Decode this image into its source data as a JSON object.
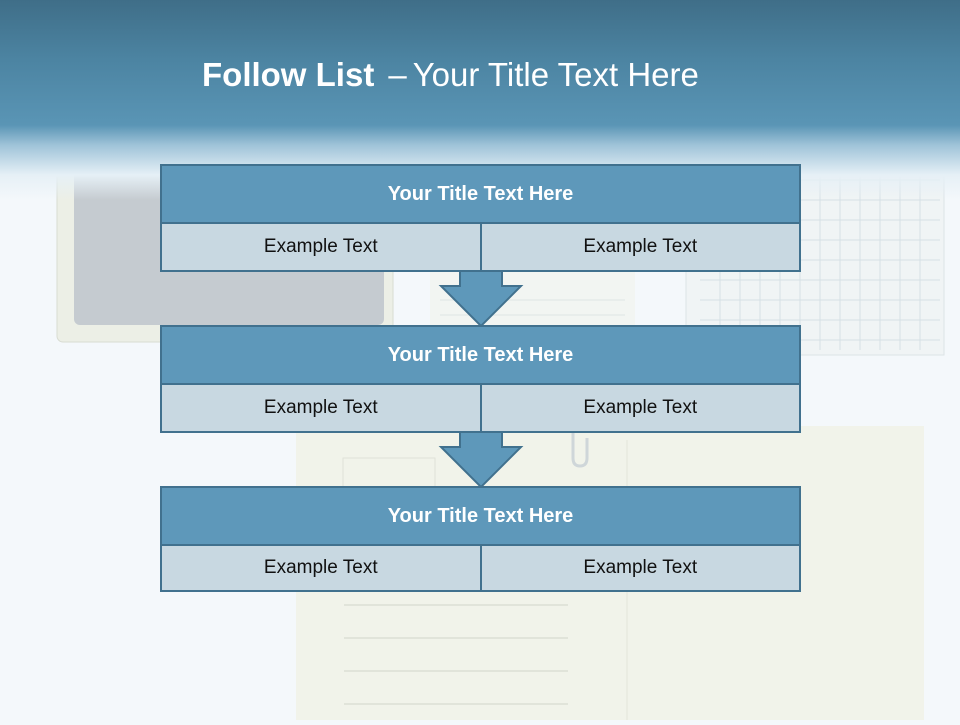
{
  "title": {
    "bold": "Follow List",
    "dash": "–",
    "rest": "Your Title Text Here"
  },
  "flow": [
    {
      "title": "Your Title Text Here",
      "cells": [
        "Example Text",
        "Example Text"
      ]
    },
    {
      "title": "Your Title Text Here",
      "cells": [
        "Example Text",
        "Example Text"
      ]
    },
    {
      "title": "Your Title Text Here",
      "cells": [
        "Example Text",
        "Example Text"
      ]
    }
  ],
  "colors": {
    "header_band": "#4c84a2",
    "box_header": "#5e98ba",
    "box_cell": "#c8d8e1",
    "border": "#41718e",
    "arrow": "#5e98ba"
  }
}
